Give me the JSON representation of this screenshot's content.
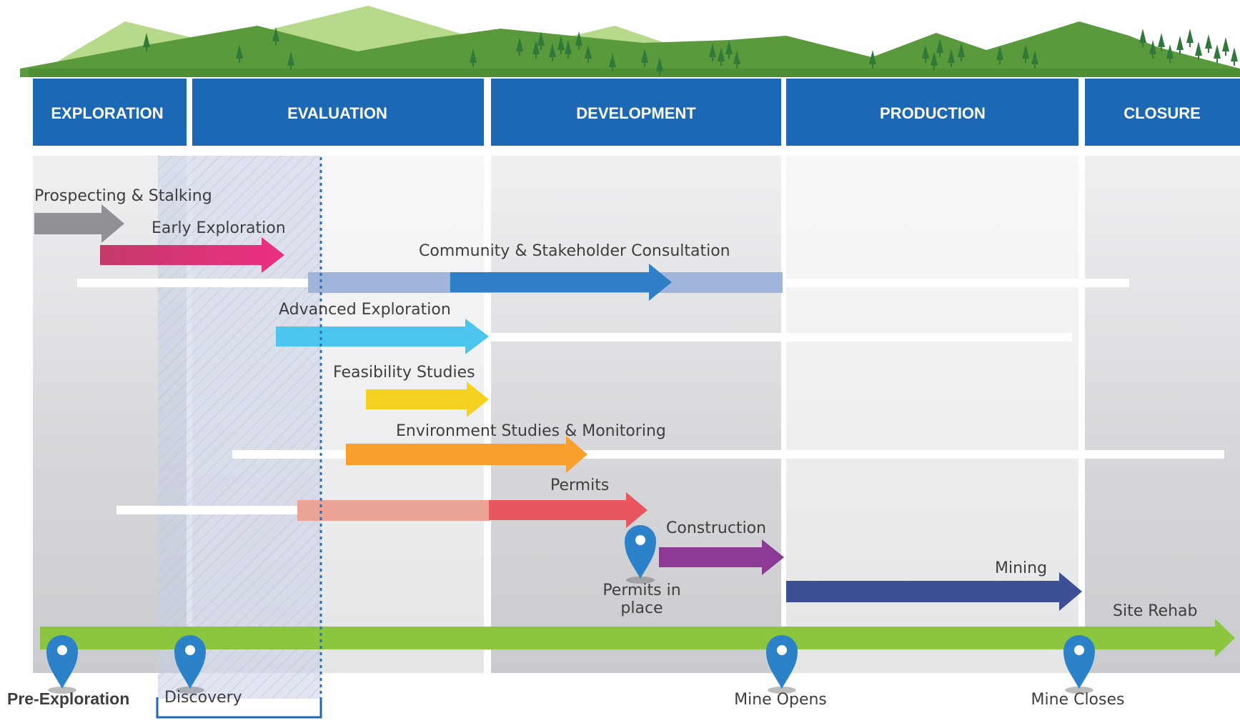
{
  "phases": [
    {
      "id": "exploration",
      "label": "EXPLORATION"
    },
    {
      "id": "evaluation",
      "label": "EVALUATION"
    },
    {
      "id": "development",
      "label": "DEVELOPMENT"
    },
    {
      "id": "production",
      "label": "PRODUCTION"
    },
    {
      "id": "closure",
      "label": "CLOSURE"
    }
  ],
  "activities": [
    {
      "id": "prospecting",
      "label": "Prospecting & Stalking",
      "color": "#8f9195"
    },
    {
      "id": "early-exploration",
      "label": "Early Exploration",
      "color": "#e0307a"
    },
    {
      "id": "community-consultation",
      "label": "Community & Stakeholder Consultation",
      "color": "#2f7fc6"
    },
    {
      "id": "advanced-exploration",
      "label": "Advanced Exploration",
      "color": "#4cc6ef"
    },
    {
      "id": "feasibility-studies",
      "label": "Feasibility Studies",
      "color": "#f5d21f"
    },
    {
      "id": "environment-studies",
      "label": "Environment Studies & Monitoring",
      "color": "#f7a030"
    },
    {
      "id": "permits",
      "label": "Permits",
      "color": "#e85660"
    },
    {
      "id": "construction",
      "label": "Construction",
      "color": "#8b3b95"
    },
    {
      "id": "mining",
      "label": "Mining",
      "color": "#3d5096"
    },
    {
      "id": "site-rehab",
      "label": "Site Rehab",
      "color": "#8cc63f"
    }
  ],
  "milestones": [
    {
      "id": "pre-exploration",
      "label": "Pre-Exploration"
    },
    {
      "id": "discovery",
      "label": "Discovery"
    },
    {
      "id": "permits-in-place",
      "label_line1": "Permits in",
      "label_line2": "place"
    },
    {
      "id": "mine-opens",
      "label": "Mine Opens"
    },
    {
      "id": "mine-closes",
      "label": "Mine Closes"
    }
  ],
  "colors": {
    "phase_header": "#1c68b4",
    "panel_gray": "#d8d9db",
    "hill_dark": "#5a9a3c",
    "hill_light": "#b4d88a",
    "tree": "#2f7a3a",
    "pin": "#2b82c9",
    "discovery_box": "#1c68b4"
  },
  "icons": [
    "map-pin-icon",
    "tree-icon",
    "arrow-icon"
  ]
}
